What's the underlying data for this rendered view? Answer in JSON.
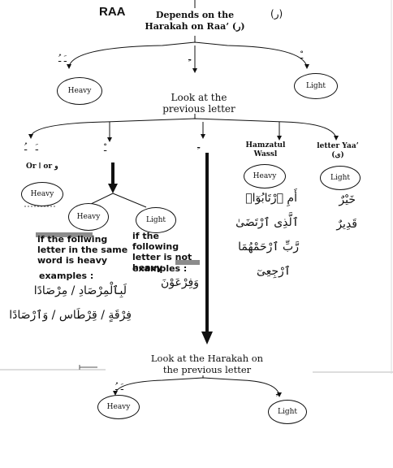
{
  "title": "RAA",
  "top_header": "Depends on the Harakah on Raa’ (ر)",
  "top_letter": "(ر)",
  "top_marks": {
    "left": "ـَ ـُ",
    "mid": "ـِ",
    "right": "ـْ"
  },
  "top_heavy": "Heavy",
  "top_light": "Light",
  "middle_header": "Look at the previous letter",
  "or_label": "Or ا or و",
  "hamzat_label": "Hamzatul Wassl",
  "yaa_label": "letter Yaa’ (ى)",
  "heavy_left": "Heavy",
  "heavy_center": "Heavy",
  "light_center": "Light",
  "heavy_hamza": "Heavy",
  "light_yaa": "Light",
  "note_heavy": "if the follwing letter in the same word is heavy",
  "examples_label": "examples :",
  "note_light": "if the following letter is not heavy",
  "examples_label_2": "examples :",
  "ex_heavy_1": "لَبِٱلْمِرْصَادِ / مِرْصَادًا",
  "ex_heavy_2": "فِرْقَةٍ / قِرْطَاس / وَٱرْصَادًا",
  "ex_light": "وَفِرْعَوْنَ",
  "hamza_ex": [
    "أَمِ ٱرْتَابُوٓا۟",
    "ٱلَّذِى ٱرْتَضَىٰ",
    "رَّبِّ ٱرْحَمْهُمَا",
    "ٱرْجِعِىٓ"
  ],
  "yaa_ex": [
    "خَيْرٌ",
    "قَدِيرٌ"
  ],
  "bottom_header": "Look at the Harakah on the previous letter",
  "bottom_heavy": "Heavy",
  "bottom_light": "Light",
  "bottom_marks": {
    "left": "ـَ ـُ",
    "right": "ـِ"
  }
}
